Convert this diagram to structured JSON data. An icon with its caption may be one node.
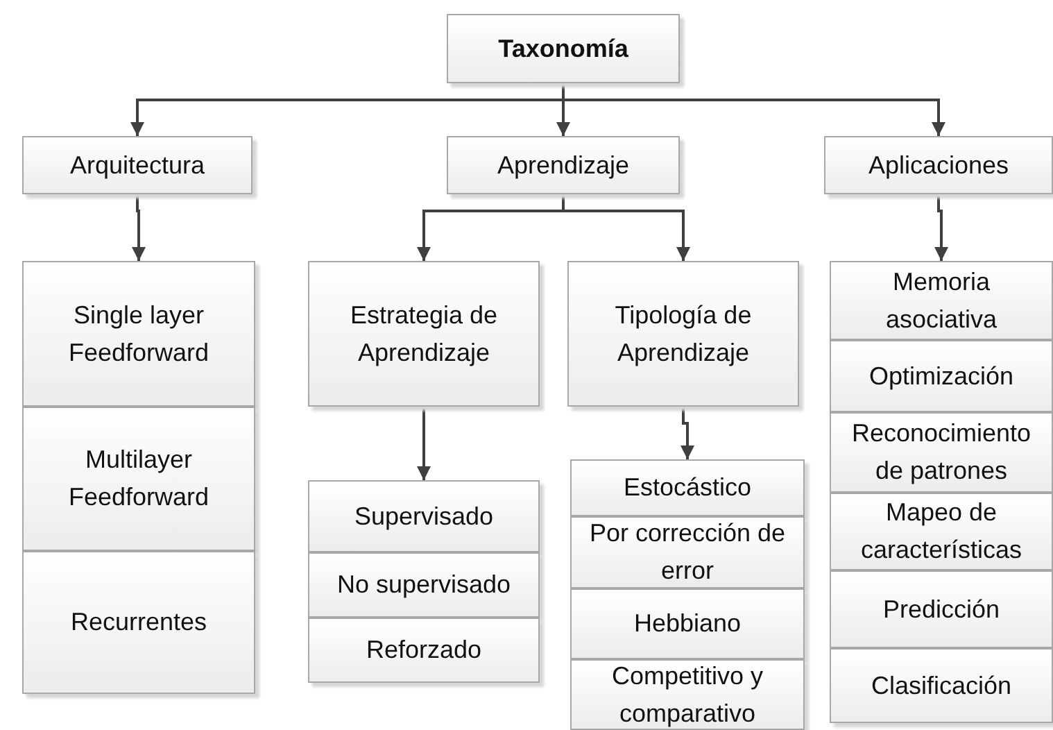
{
  "diagram": {
    "nodes": [
      {
        "text": [
          "Taxonomía"
        ]
      },
      {
        "text": [
          "Arquitectura"
        ]
      },
      {
        "text": [
          "Aprendizaje"
        ]
      },
      {
        "text": [
          "Aplicaciones"
        ]
      },
      {
        "text": [
          "Single layer Feedforward"
        ]
      },
      {
        "text": [
          "Multilayer Feedforward"
        ]
      },
      {
        "text": [
          "Recurrentes"
        ]
      },
      {
        "text": [
          "Estrategia de Aprendizaje"
        ]
      },
      {
        "text": [
          "Tipología de Aprendizaje"
        ]
      },
      {
        "text": [
          "Supervisado"
        ]
      },
      {
        "text": [
          "No supervisado"
        ]
      },
      {
        "text": [
          "Reforzado"
        ]
      },
      {
        "text": [
          "Estocástico"
        ]
      },
      {
        "text": [
          "Por corrección de error"
        ]
      },
      {
        "text": [
          "Hebbiano"
        ]
      },
      {
        "text": [
          "Competitivo y comparativo"
        ]
      },
      {
        "text": [
          "Memoria asociativa"
        ]
      },
      {
        "text": [
          "Optimización"
        ]
      },
      {
        "text": [
          "Reconocimiento de patrones"
        ]
      },
      {
        "text": [
          "Mapeo de características"
        ]
      },
      {
        "text": [
          "Predicción"
        ]
      },
      {
        "text": [
          "Clasificación"
        ]
      }
    ],
    "edges": [
      {
        "from": 0,
        "to": 1,
        "arrow": "to"
      },
      {
        "from": 0,
        "to": 2,
        "arrow": "to"
      },
      {
        "from": 0,
        "to": 3,
        "arrow": "to"
      },
      {
        "from": 1,
        "to": 4,
        "arrow": "to"
      },
      {
        "from": 2,
        "to": 7,
        "arrow": "to"
      },
      {
        "from": 2,
        "to": 8,
        "arrow": "to"
      },
      {
        "from": 3,
        "to": 16,
        "arrow": "to"
      },
      {
        "from": 7,
        "to": 9,
        "arrow": "to"
      },
      {
        "from": 8,
        "to": 12,
        "arrow": "to"
      }
    ]
  }
}
